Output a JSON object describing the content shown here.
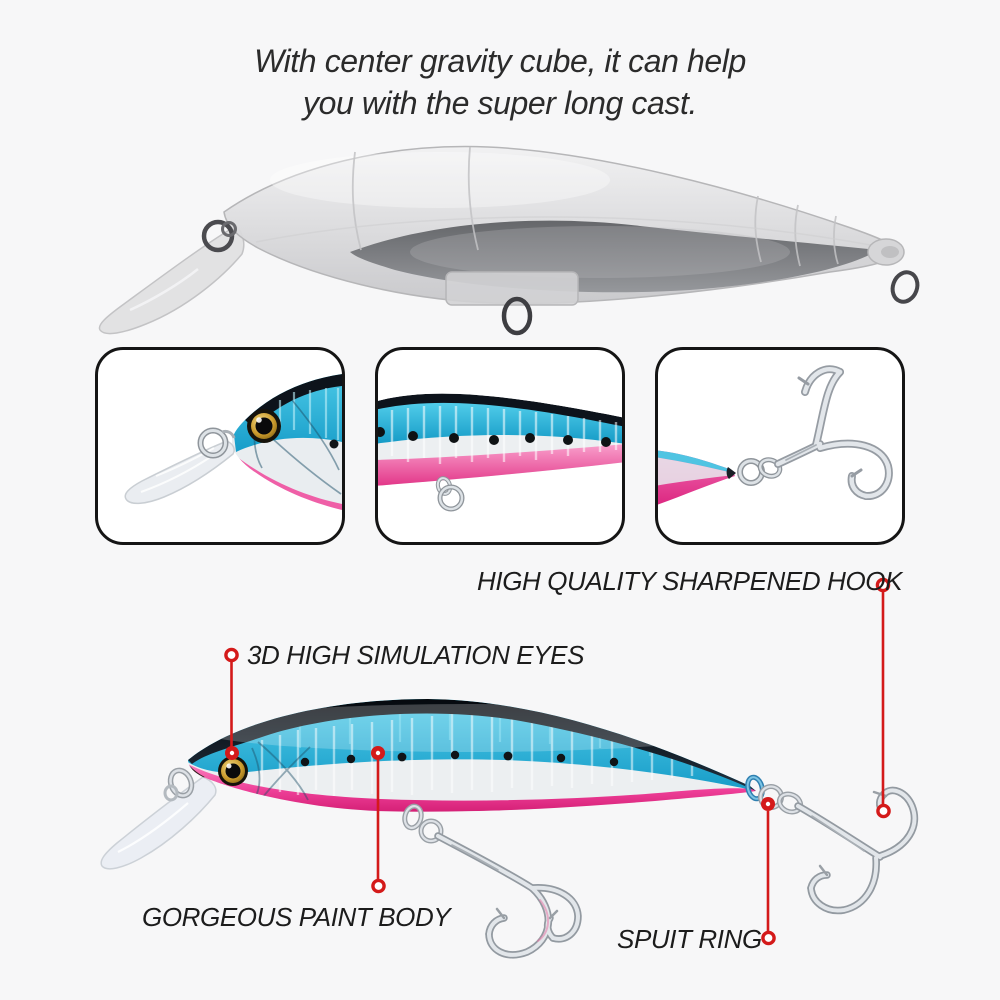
{
  "heading": {
    "line1": "With center gravity cube, it can help",
    "line2": "you with the super long cast."
  },
  "callouts": {
    "hook": {
      "label": "HIGH QUALITY SHARPENED HOOK"
    },
    "eyes": {
      "label": "3D HIGH SIMULATION EYES"
    },
    "paint_body": {
      "label": "GORGEOUS PAINT BODY"
    },
    "split_ring": {
      "label": "SPUIT RING"
    }
  },
  "colors": {
    "background": "#f7f7f8",
    "accent_red": "#d41a1a",
    "text": "#2b2b2b",
    "panel_border": "#151515",
    "lure_blue": "#2fb9de",
    "lure_pink": "#ee3f98",
    "lure_dark_back": "#0d131b",
    "lure_silver": "#e9ecef",
    "eye_gold": "#c9992b",
    "clear_plastic": "#d9d9db"
  },
  "figures": {
    "clear_lure": "translucent-lure-body-with-gravity-cube",
    "head_closeup": "lure-head-with-3d-eye",
    "body_closeup": "lure-painted-body-with-spots",
    "hook_closeup": "sharpened-treble-hook",
    "main_lure": "full-color-minnow-lure-with-hooks"
  }
}
